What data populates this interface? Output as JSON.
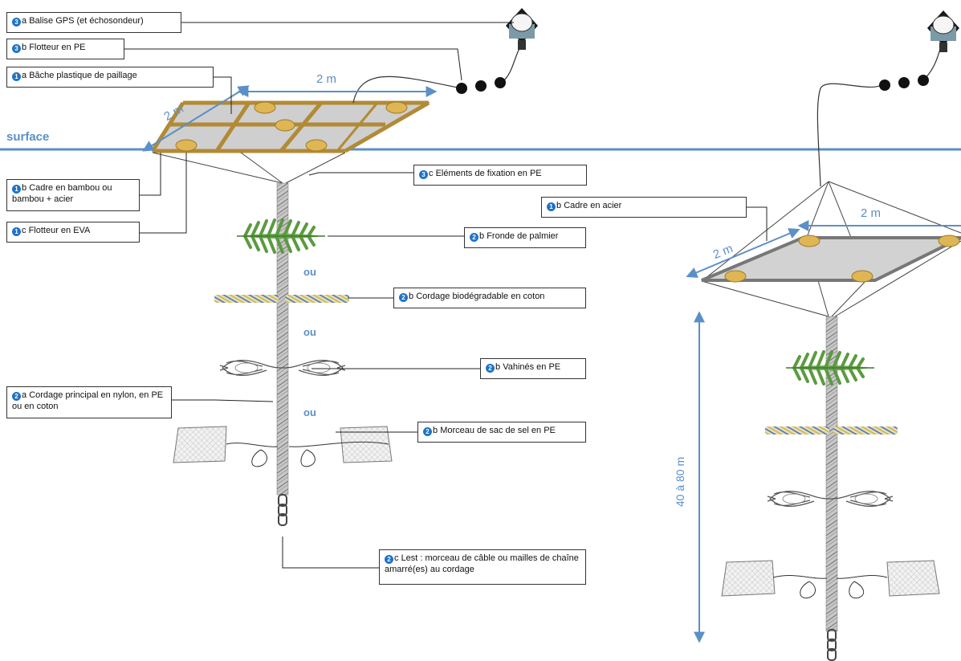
{
  "labels": [
    {
      "id": "gps",
      "num": "3",
      "suffix": "a",
      "text": "Balise GPS (et échosondeur)"
    },
    {
      "id": "flotteur_pe",
      "num": "3",
      "suffix": "b",
      "text": "Flotteur en PE"
    },
    {
      "id": "bache",
      "num": "1",
      "suffix": "a",
      "text": "Bâche plastique de paillage"
    },
    {
      "id": "cadre_bambou",
      "num": "1",
      "suffix": "b",
      "text": "Cadre en bambou ou bambou + acier"
    },
    {
      "id": "flotteur_eva",
      "num": "1",
      "suffix": "c",
      "text": "Flotteur en EVA"
    },
    {
      "id": "fixation",
      "num": "3",
      "suffix": "c",
      "text": "Eléments de fixation en PE"
    },
    {
      "id": "cadre_acier",
      "num": "1",
      "suffix": "b",
      "text": "Cadre en acier"
    },
    {
      "id": "fronde",
      "num": "2",
      "suffix": "b",
      "text": "Fronde de palmier"
    },
    {
      "id": "cordage_coton",
      "num": "2",
      "suffix": "b",
      "text": "Cordage biodégradable en coton"
    },
    {
      "id": "vahines",
      "num": "2",
      "suffix": "b",
      "text": "Vahinés en PE"
    },
    {
      "id": "cordage_principal",
      "num": "2",
      "suffix": "a",
      "text": "Cordage principal en nylon, en PE ou en coton"
    },
    {
      "id": "sac_sel",
      "num": "2",
      "suffix": "b",
      "text": "Morceau de sac de sel en PE"
    },
    {
      "id": "lest",
      "num": "2",
      "suffix": "c",
      "text": "Lest : morceau de câble ou mailles de chaîne amarré(es) au cordage"
    }
  ],
  "surface_label": "surface",
  "ou_label": "ou",
  "dimensions": {
    "width_left": "2 m",
    "depth_left": "2 m",
    "width_right": "2 m",
    "depth_right": "2 m",
    "depth_range": "40 à 80 m"
  },
  "colors": {
    "accent": "#1f73c6",
    "water": "#5b8fc7",
    "rope": "#9a9a9a",
    "bamboo": "#c9a24a",
    "float": "#e0b554",
    "palm": "#6aa84f",
    "steel": "#888888"
  }
}
